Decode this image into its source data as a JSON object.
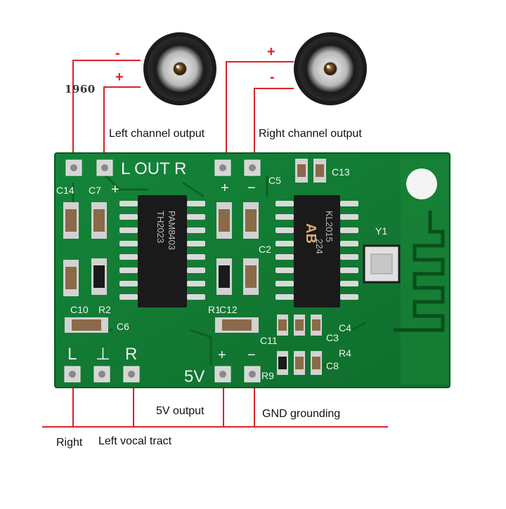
{
  "colors": {
    "wire": "#d9232b",
    "board": "#127a2f",
    "board_dark": "#0c5e22",
    "silkscreen": "#f2f2f2",
    "pad": "#c9c9c9",
    "chip": "#1a1a1a",
    "antenna": "#1c8c3a"
  },
  "watermark": "1960",
  "annotations": {
    "left_channel_output": "Left channel output",
    "right_channel_output": "Right channel output",
    "five_v_output": "5V output",
    "gnd_grounding": "GND grounding",
    "right": "Right",
    "left_vocal_tract": "Left vocal tract"
  },
  "polarity": {
    "left_speaker_top": "-",
    "left_speaker_bottom": "+",
    "right_speaker_top": "+",
    "right_speaker_bottom": "-"
  },
  "silkscreen": {
    "out_label": "L OUT R",
    "top_plus_left": "+",
    "top_plus_right": "+",
    "top_minus_right": "−",
    "c14": "C14",
    "c7": "C7",
    "c5": "C5",
    "c13": "C13",
    "c12": "C12",
    "c2": "C2",
    "c6": "C6",
    "c10": "C10",
    "r2": "R2",
    "r1": "R1",
    "c4": "C4",
    "c3": "C3",
    "c8": "C8",
    "r4": "R4",
    "r9": "R9",
    "c11": "C11",
    "y1": "Y1",
    "bottom_l": "L",
    "bottom_gnd": "⊥",
    "bottom_r": "R",
    "bottom_5v": "5V",
    "bottom_plus": "+",
    "bottom_minus": "−",
    "chip1_line1": "PAM8403",
    "chip1_line2": "TH2023",
    "chip2_logo": "AB",
    "chip2_line1": "KL2015",
    "chip2_line2": "224"
  }
}
